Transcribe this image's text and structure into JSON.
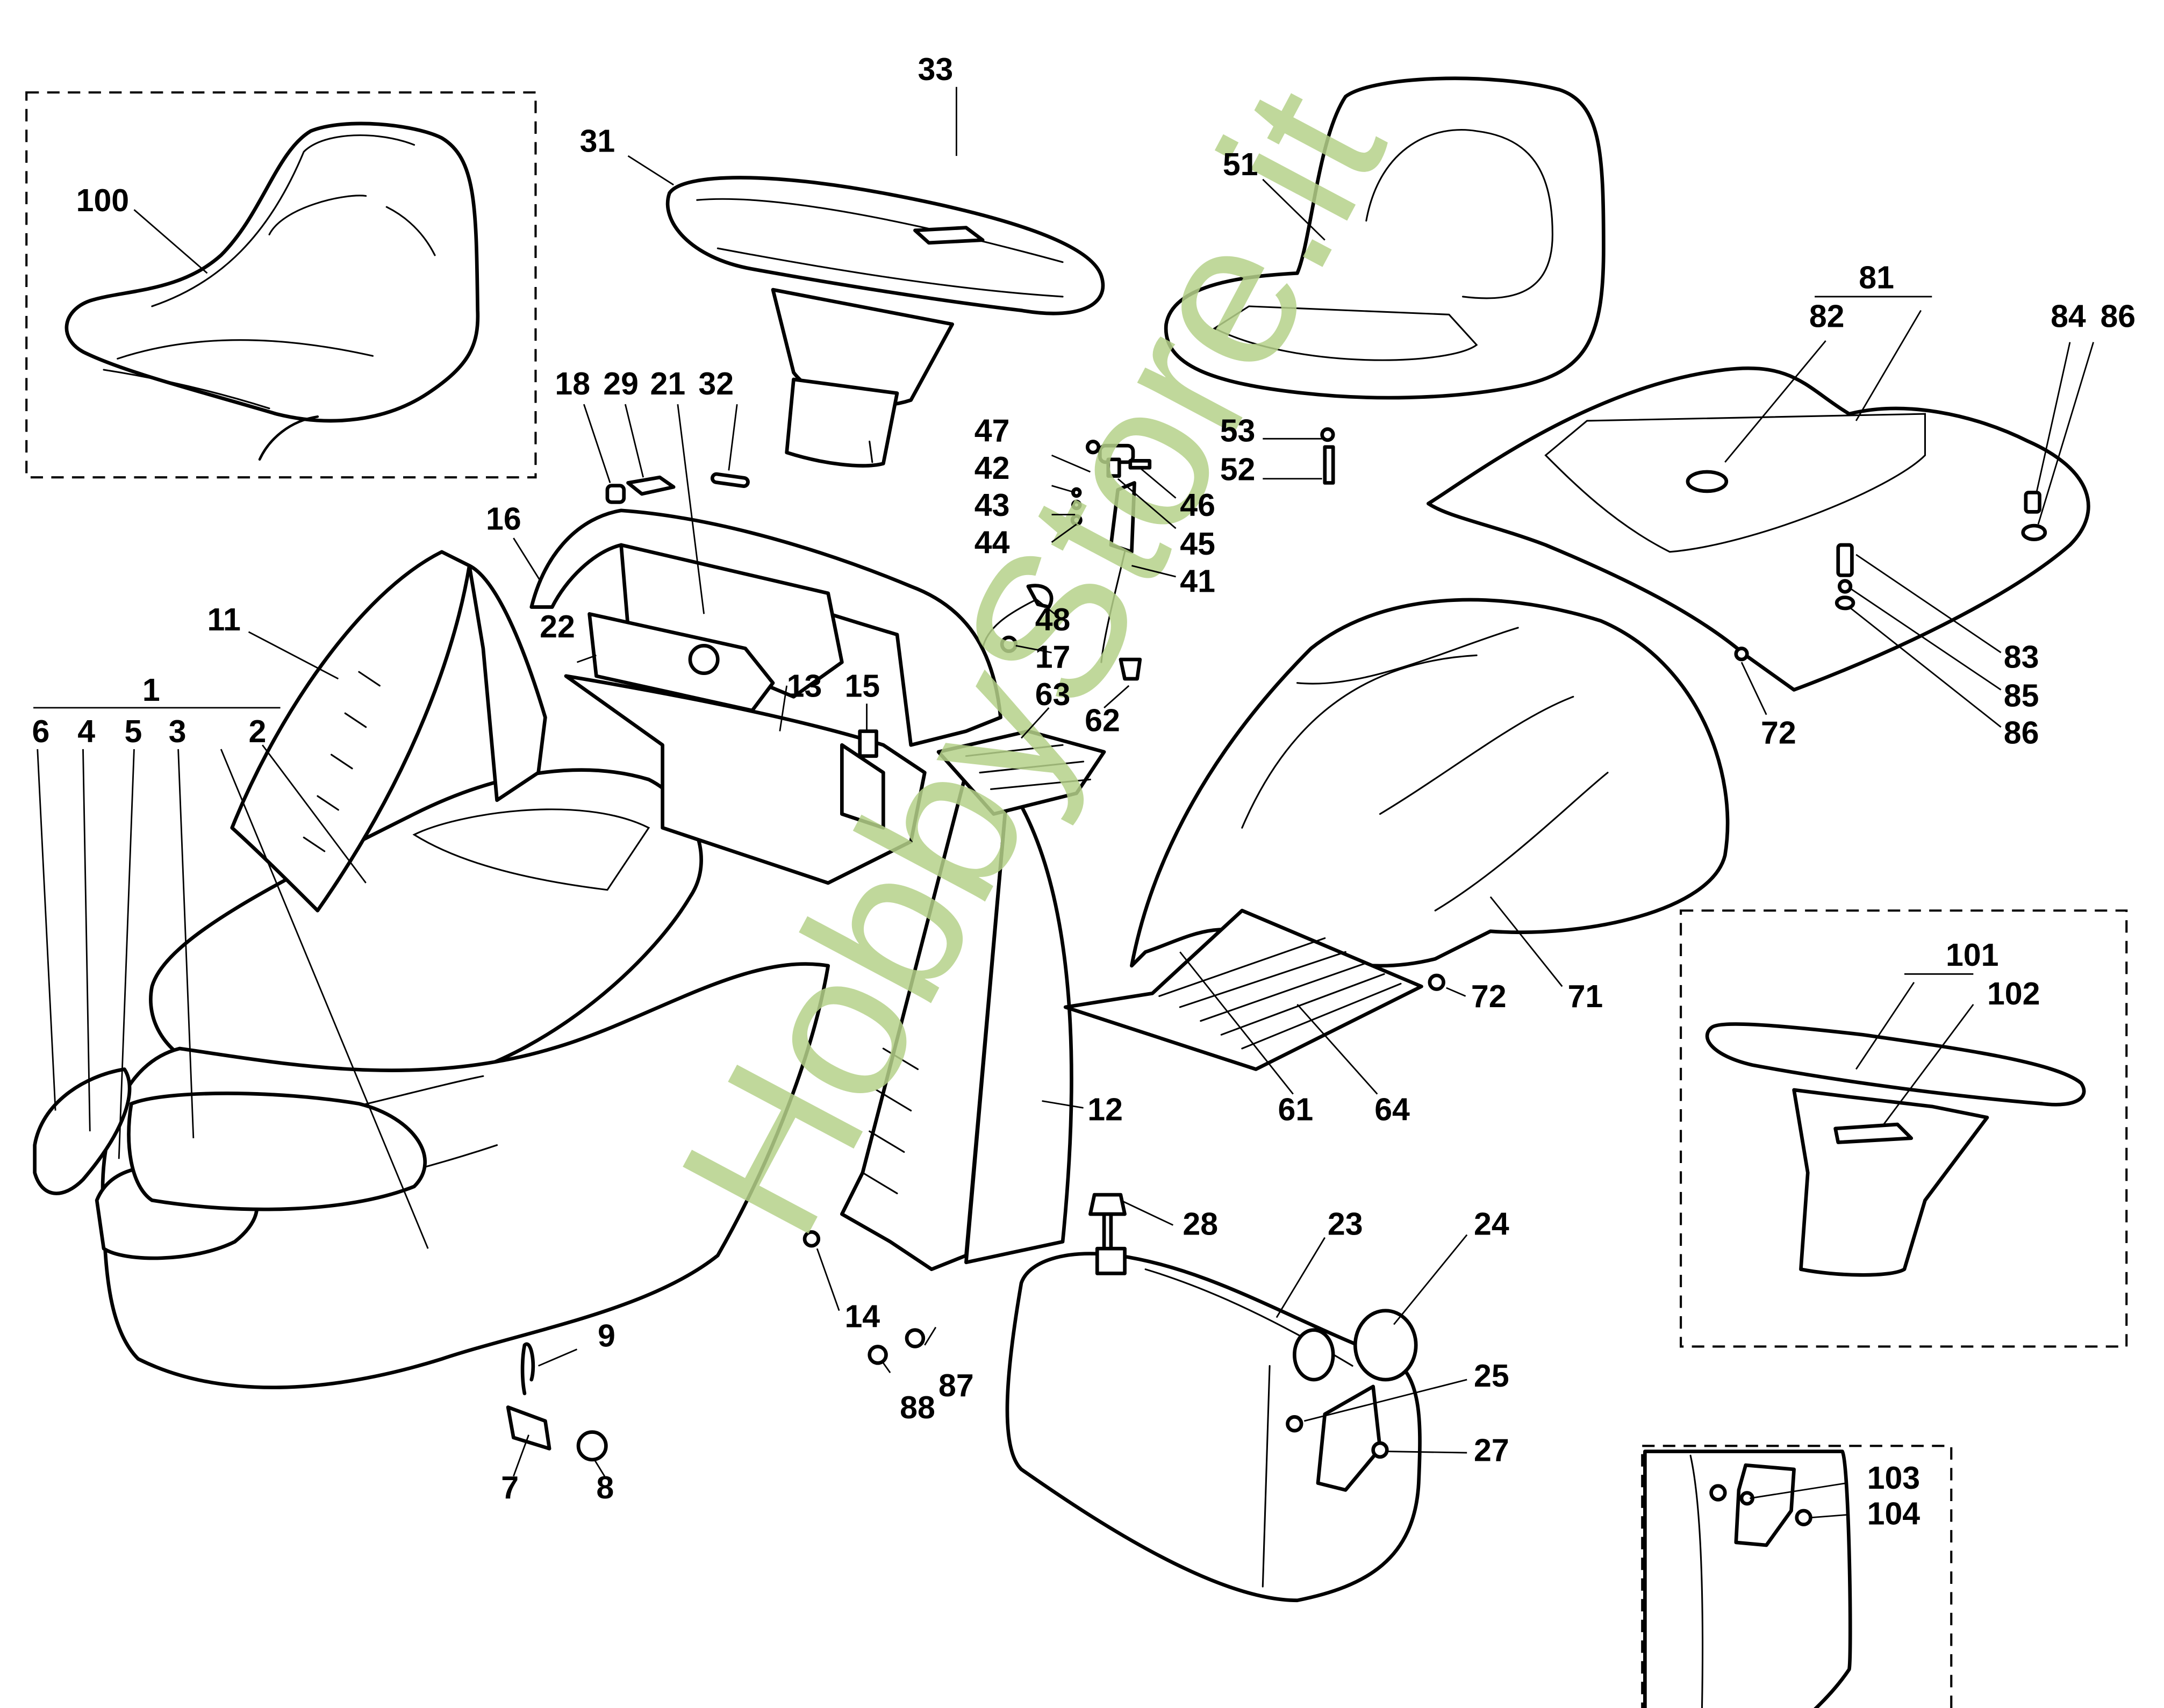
{
  "diagram": {
    "title": "Exploded parts diagram - ride-on mower body, seat, steering wheel and fuel tank",
    "watermark": "HobbyStore.it",
    "accent_color": "#b5d18a",
    "insets": [
      {
        "name": "alternative-seat",
        "labels": [
          "100"
        ]
      },
      {
        "name": "alternative-steering-wheel",
        "labels": [
          "101",
          "102"
        ]
      },
      {
        "name": "tank-bracket-detail",
        "labels": [
          "103",
          "104"
        ]
      }
    ],
    "labels": {
      "l1": "1",
      "l2": "2",
      "l3": "3",
      "l4": "4",
      "l5": "5",
      "l6": "6",
      "l7": "7",
      "l8": "8",
      "l9": "9",
      "l11": "11",
      "l12": "12",
      "l13": "13",
      "l14": "14",
      "l15": "15",
      "l16": "16",
      "l17": "17",
      "l18": "18",
      "l21": "21",
      "l22": "22",
      "l23": "23",
      "l24": "24",
      "l25": "25",
      "l27": "27",
      "l28": "28",
      "l29": "29",
      "l31": "31",
      "l32": "32",
      "l33": "33",
      "l41": "41",
      "l42": "42",
      "l43": "43",
      "l44": "44",
      "l45": "45",
      "l46": "46",
      "l47": "47",
      "l48": "48",
      "l51": "51",
      "l52": "52",
      "l53": "53",
      "l61": "61",
      "l62": "62",
      "l63": "63",
      "l64": "64",
      "l71": "71",
      "l72a": "72",
      "l72b": "72",
      "l81": "81",
      "l82": "82",
      "l83": "83",
      "l84": "84",
      "l85": "85",
      "l86a": "86",
      "l86b": "86",
      "l87": "87",
      "l88": "88",
      "l100": "100",
      "l101": "101",
      "l102": "102",
      "l103": "103",
      "l104": "104"
    }
  }
}
